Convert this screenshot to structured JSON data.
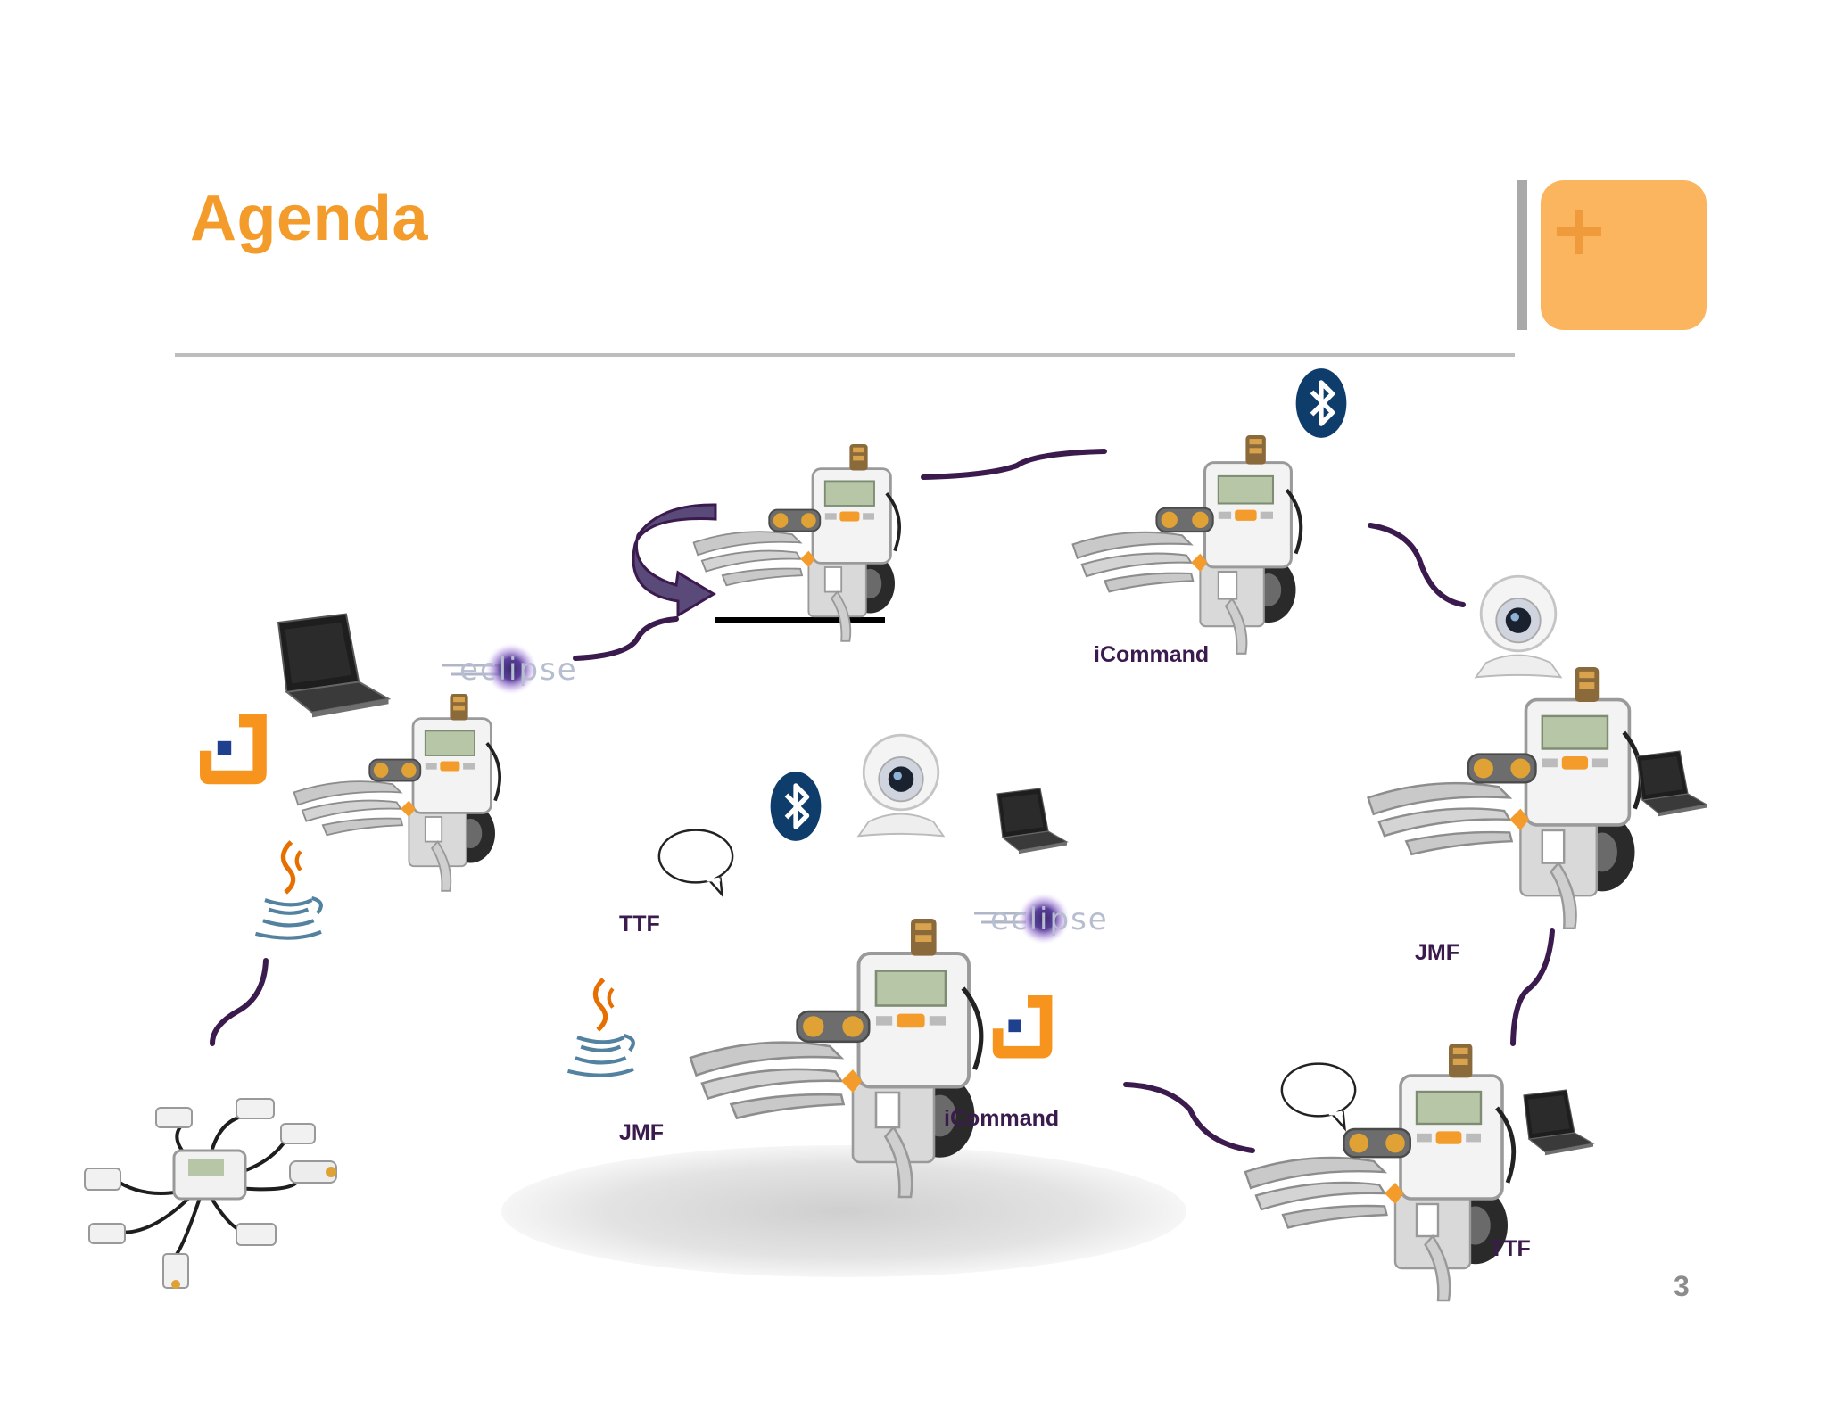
{
  "slide": {
    "title": "Agenda",
    "page_number": "3"
  },
  "labels": {
    "icommand_top": "iCommand",
    "icommand_center": "iCommand",
    "jmf_right": "JMF",
    "jmf_center": "JMF",
    "ttf_center": "TTF",
    "ttf_right": "TTF"
  },
  "logos": {
    "eclipse_left": "eclipse",
    "eclipse_center": "eclipse"
  },
  "colors": {
    "title": "#f39c2b",
    "accent_box": "#fcb55f",
    "connector": "#3b1a4d",
    "bluetooth": "#0e3d6b"
  },
  "icons": [
    "laptop-icon",
    "eclipse-logo",
    "java-logo",
    "jdk-logo",
    "bluetooth-icon",
    "webcam-icon",
    "speech-bubble-icon",
    "lego-robot",
    "lego-parts"
  ]
}
